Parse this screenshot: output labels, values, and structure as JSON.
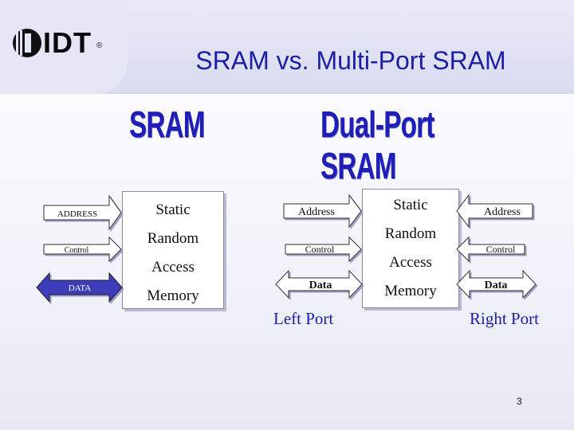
{
  "header": {
    "logo_text": "IDT",
    "logo_mark": "®",
    "title": "SRAM vs. Multi-Port SRAM"
  },
  "sram": {
    "heading": "SRAM",
    "box_lines": [
      "Static",
      "Random",
      "Access",
      "Memory"
    ],
    "signals": [
      {
        "label": "ADDRESS",
        "direction": "in"
      },
      {
        "label": "Control",
        "direction": "in"
      },
      {
        "label": "DATA",
        "direction": "both",
        "fill": "#3d3dbb"
      }
    ]
  },
  "dual": {
    "heading": "Dual-Port SRAM",
    "box_lines": [
      "Static",
      "Random",
      "Access",
      "Memory"
    ],
    "left_signals": [
      {
        "label": "Address",
        "direction": "in"
      },
      {
        "label": "Control",
        "direction": "in"
      },
      {
        "label": "Data",
        "direction": "both"
      }
    ],
    "right_signals": [
      {
        "label": "Address",
        "direction": "in"
      },
      {
        "label": "Control",
        "direction": "in"
      },
      {
        "label": "Data",
        "direction": "both"
      }
    ],
    "left_port": "Left Port",
    "right_port": "Right Port"
  },
  "footer": {
    "page_number": "3"
  },
  "colors": {
    "heading": "#1f1fb8",
    "title": "#1c1fa6",
    "data_arrow_fill": "#3d3dbb",
    "arrow_fill": "#ffffff"
  }
}
